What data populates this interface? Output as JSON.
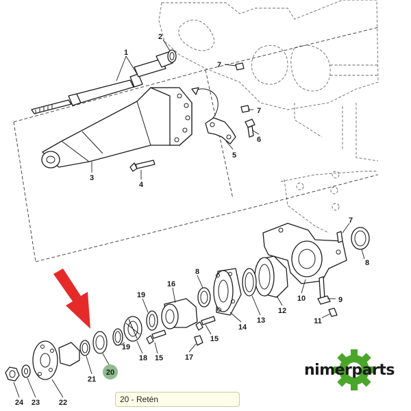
{
  "callouts": [
    "1",
    "2",
    "3",
    "4",
    "5",
    "6",
    "7",
    "7",
    "8",
    "9",
    "10",
    "11",
    "12",
    "13",
    "14",
    "15",
    "15",
    "16",
    "17",
    "18",
    "19",
    "19",
    "20",
    "21",
    "22",
    "23",
    "24",
    "7",
    "8"
  ],
  "highlight": {
    "label": "20",
    "color": "#8fbc8f"
  },
  "arrow_color": "#e52a2a",
  "caption": "20 - Retén",
  "brand": {
    "text": "nimerparts",
    "logo_color": "#4aa62b"
  }
}
